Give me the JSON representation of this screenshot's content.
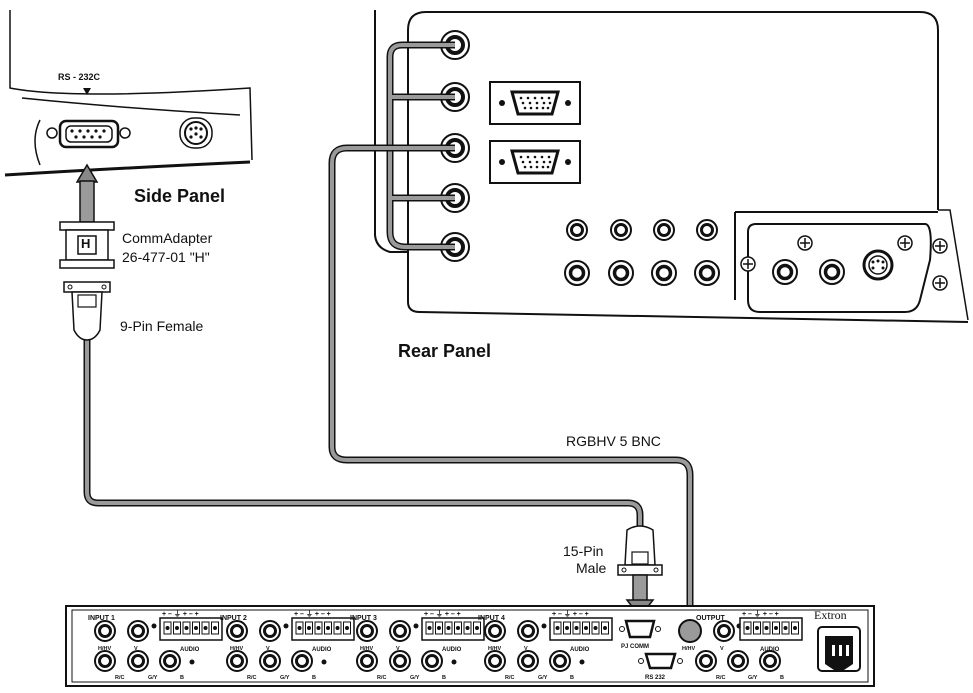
{
  "labels": {
    "rs232c_side": "RS - 232C",
    "side_panel": "Side Panel",
    "rear_panel": "Rear Panel",
    "commadapter_line1": "CommAdapter",
    "commadapter_line2": "26-477-01  \"H\"",
    "adapter_letter": "H",
    "nine_pin": "9-Pin Female",
    "rgbhv": "RGBHV  5 BNC",
    "fifteen_pin_line1": "15-Pin",
    "fifteen_pin_line2": "Male"
  },
  "switcher": {
    "brand": "Extron",
    "inputs": [
      {
        "name": "INPUT 1"
      },
      {
        "name": "INPUT 2"
      },
      {
        "name": "INPUT 3"
      },
      {
        "name": "INPUT 4"
      }
    ],
    "output_label": "OUTPUT",
    "bnc_top": [
      "H/HV",
      "V"
    ],
    "bnc_bottom": [
      "R/C",
      "G/Y",
      "B"
    ],
    "audio_label": "AUDIO",
    "terminal_signs": "+ – ⏚ + – +",
    "pj_comm": "PJ COMM",
    "rs232": "RS 232"
  },
  "colors": {
    "cable": "#8a8a8a",
    "outline": "#111111"
  }
}
